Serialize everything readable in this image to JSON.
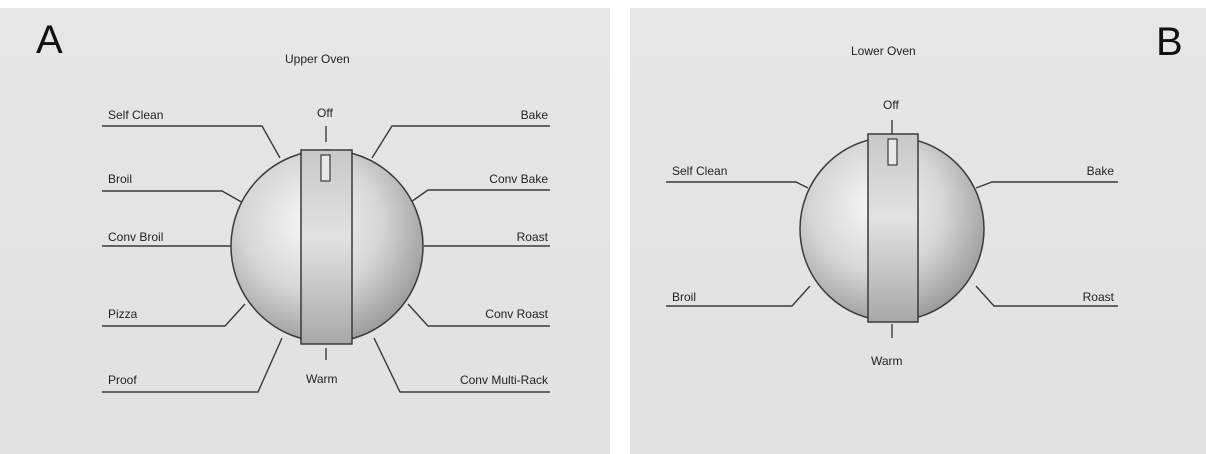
{
  "panel_a": {
    "letter": "A",
    "title": "Upper Oven",
    "top_label": "Off",
    "bottom_label": "Warm",
    "left_labels": [
      "Self Clean",
      "Broil",
      "Conv Broil",
      "Pizza",
      "Proof"
    ],
    "right_labels": [
      "Bake",
      "Conv Bake",
      "Roast",
      "Conv Roast",
      "Conv Multi-Rack"
    ]
  },
  "panel_b": {
    "letter": "B",
    "title": "Lower Oven",
    "top_label": "Off",
    "bottom_label": "Warm",
    "left_labels": [
      "Self Clean",
      "Broil"
    ],
    "right_labels": [
      "Bake",
      "Roast"
    ]
  },
  "colors": {
    "panel_bg": "#e3e3e3",
    "line": "#3a3a3a",
    "knob_light": "#f4f4f4",
    "knob_dark": "#9a9a9a"
  }
}
